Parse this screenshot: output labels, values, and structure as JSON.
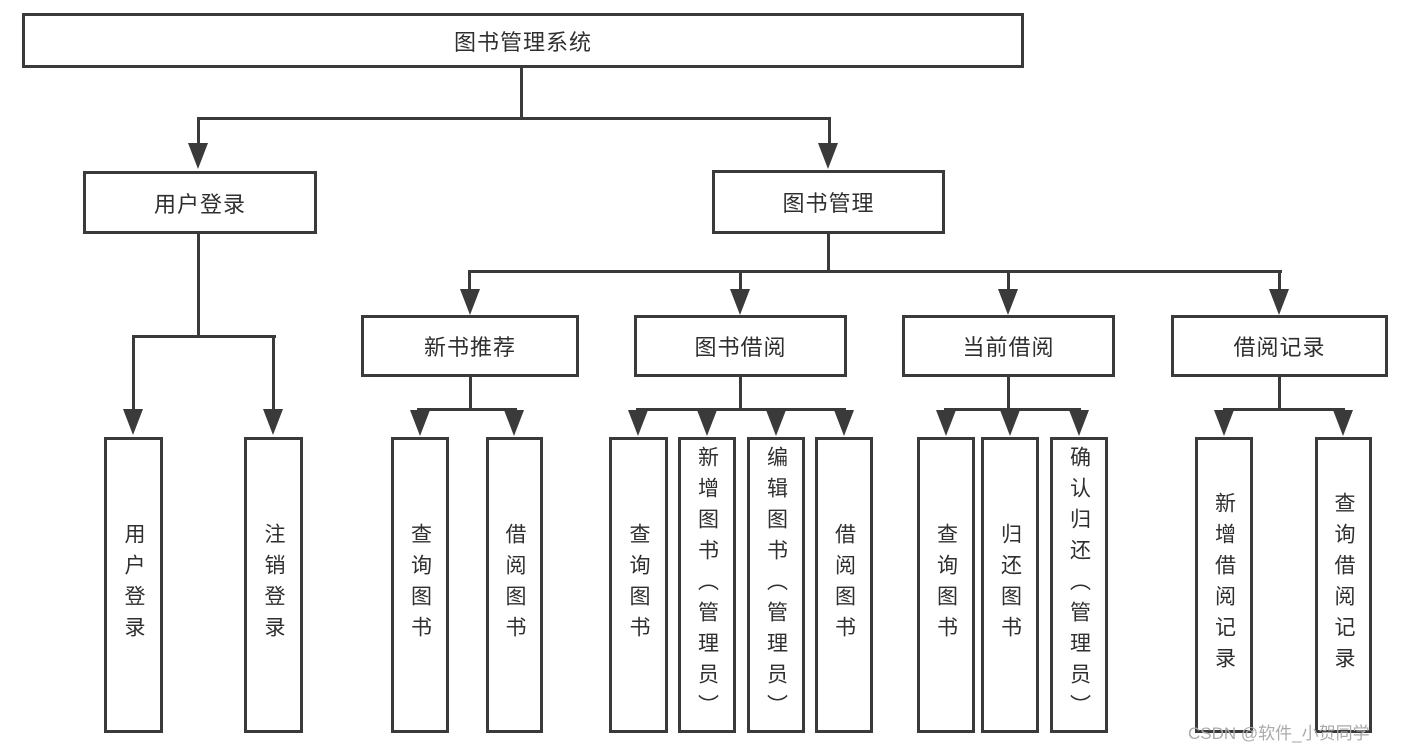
{
  "colors": {
    "background": "#ffffff",
    "line": "#3a3a3a",
    "node_border": "#3a3a3a",
    "node_fill": "#ffffff",
    "text": "#2f2f2f",
    "watermark": "#aaaaaa"
  },
  "tree": {
    "root": {
      "label": "图书管理系统"
    },
    "branches": [
      {
        "label": "用户登录",
        "children": [
          {
            "label": "用户登录"
          },
          {
            "label": "注销登录"
          }
        ]
      },
      {
        "label": "图书管理",
        "children": [
          {
            "label": "新书推荐",
            "children": [
              {
                "label": "查询图书"
              },
              {
                "label": "借阅图书"
              }
            ]
          },
          {
            "label": "图书借阅",
            "children": [
              {
                "label": "查询图书"
              },
              {
                "label": "新增图书（管理员）"
              },
              {
                "label": "编辑图书（管理员）"
              },
              {
                "label": "借阅图书"
              }
            ]
          },
          {
            "label": "当前借阅",
            "children": [
              {
                "label": "查询图书"
              },
              {
                "label": "归还图书"
              },
              {
                "label": "确认归还（管理员）"
              }
            ]
          },
          {
            "label": "借阅记录",
            "children": [
              {
                "label": "新增借阅记录"
              },
              {
                "label": "查询借阅记录"
              }
            ]
          }
        ]
      }
    ]
  },
  "watermark": {
    "text": "CSDN @软件_小贺同学"
  }
}
